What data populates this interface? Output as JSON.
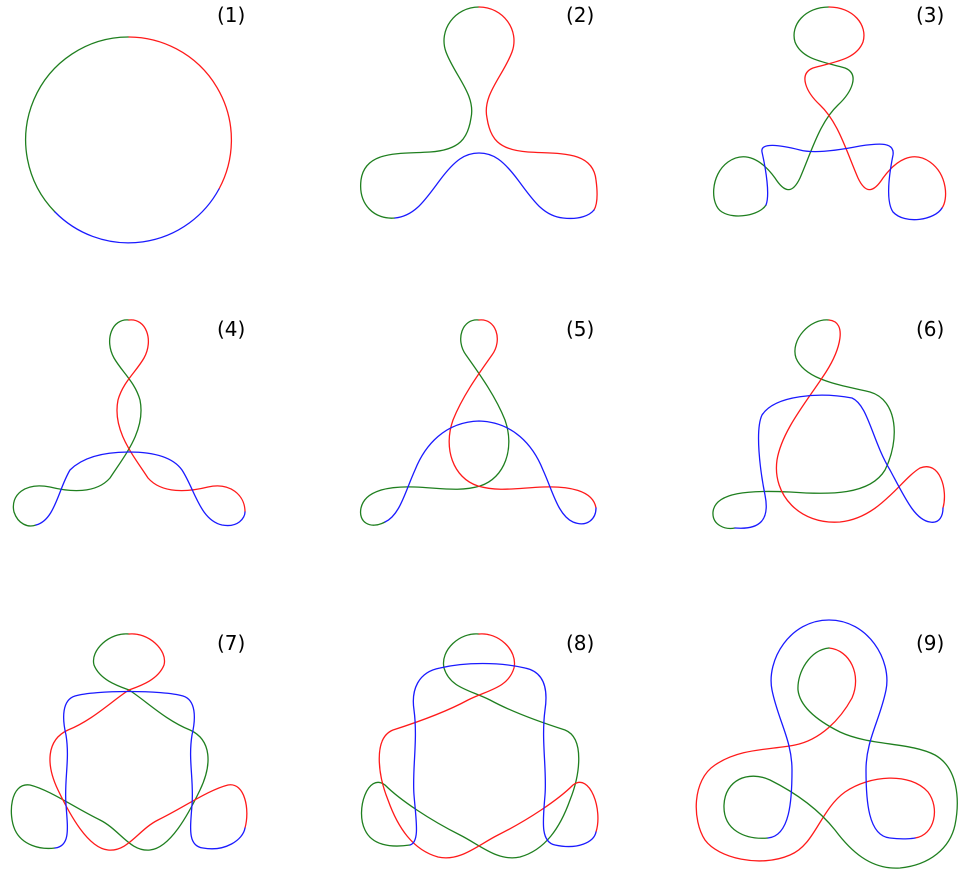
{
  "colors": {
    "green": "#1f7f1f",
    "red": "#ff1a1a",
    "blue": "#1a1aff"
  },
  "panels": [
    {
      "label": "(1)"
    },
    {
      "label": "(2)"
    },
    {
      "label": "(3)"
    },
    {
      "label": "(4)"
    },
    {
      "label": "(5)"
    },
    {
      "label": "(6)"
    },
    {
      "label": "(7)"
    },
    {
      "label": "(8)"
    },
    {
      "label": "(9)"
    }
  ]
}
